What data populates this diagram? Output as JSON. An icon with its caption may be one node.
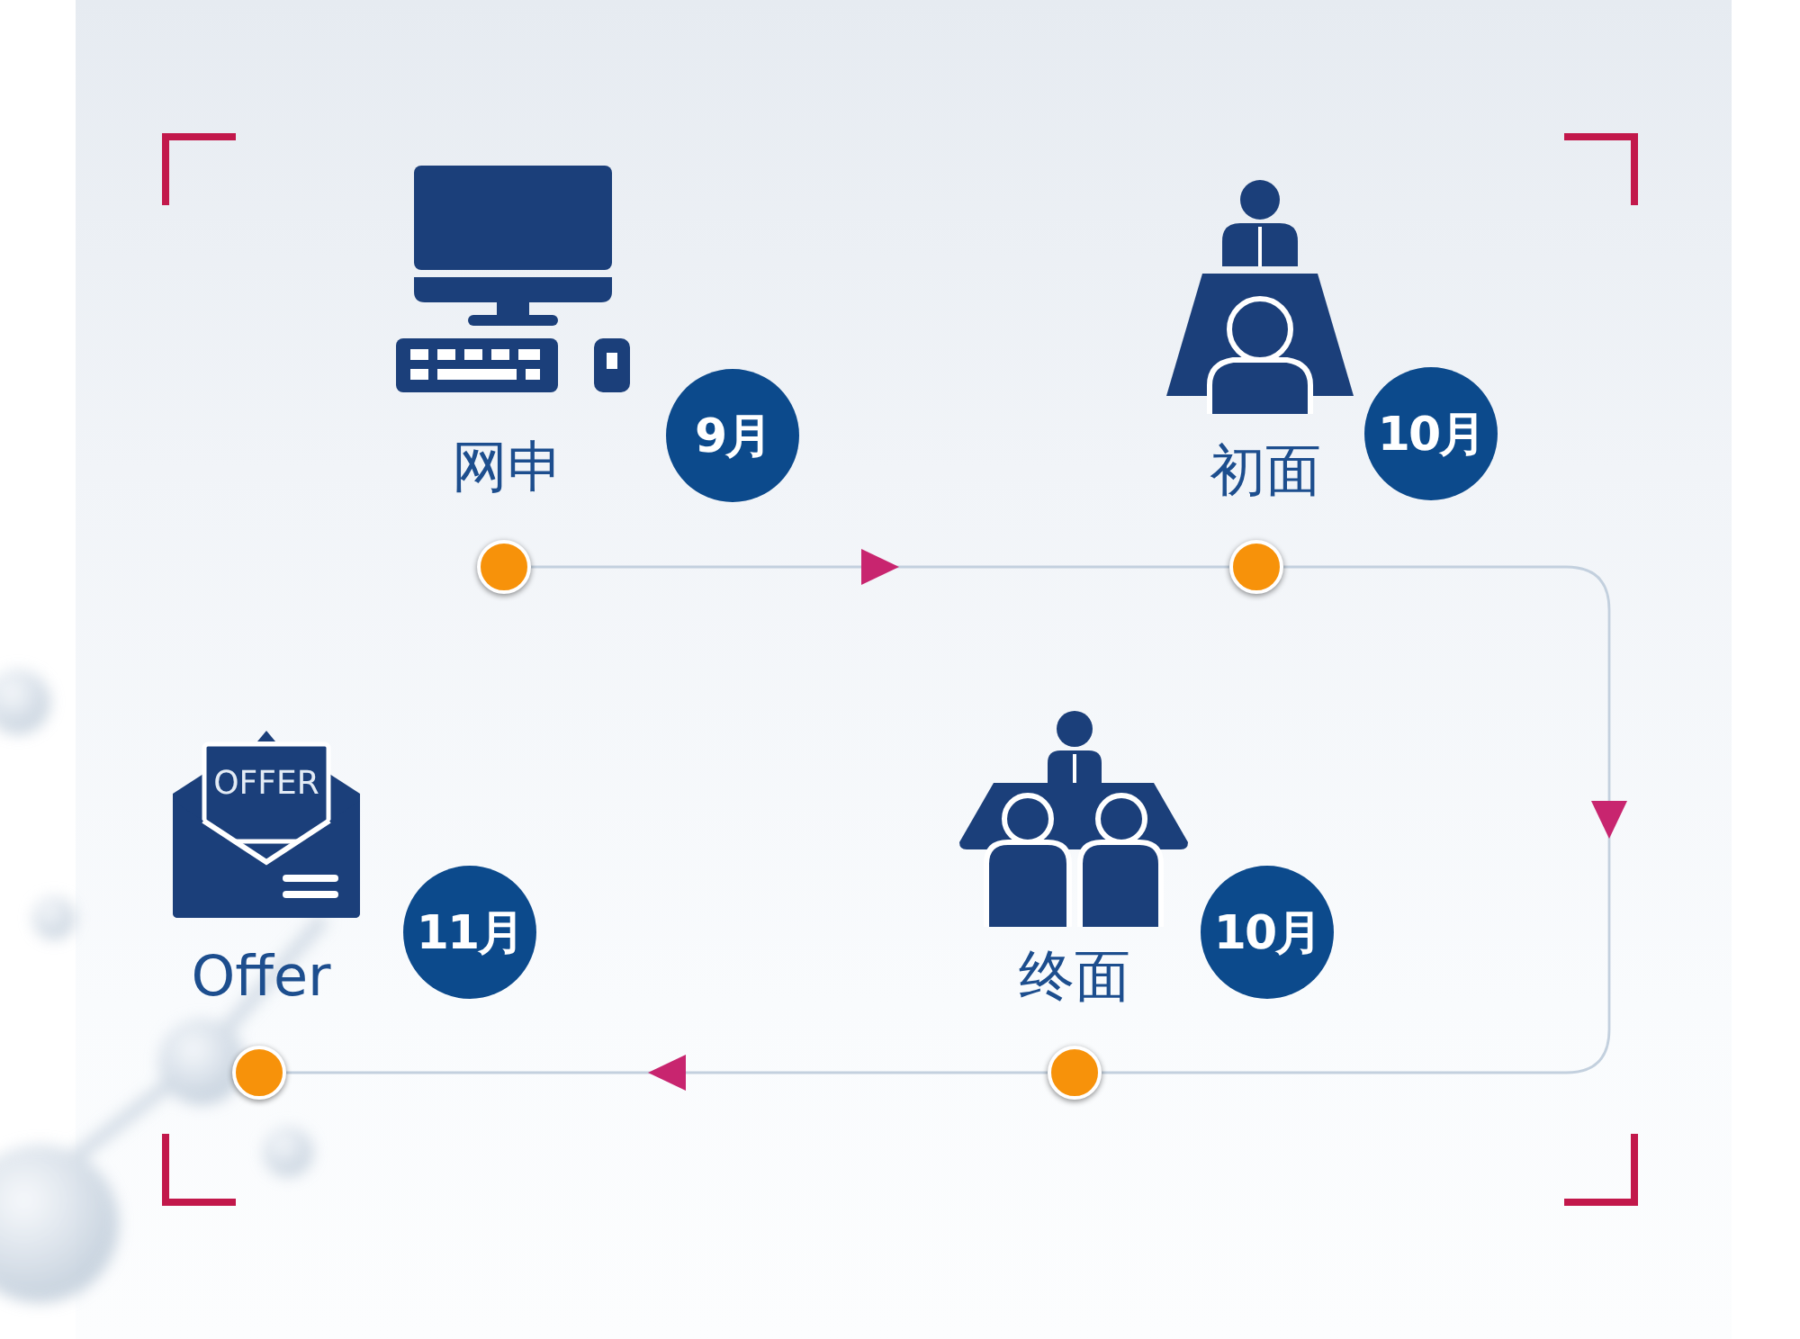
{
  "diagram": {
    "nodes": [
      {
        "text": [],
        "shape": "circle",
        "beside": [
          "网申"
        ]
      },
      {
        "text": [
          "9月"
        ]
      },
      {
        "text": [],
        "shape": "circle",
        "beside": [
          "初面"
        ]
      },
      {
        "text": [
          "10月"
        ]
      },
      {
        "text": [],
        "shape": "circle",
        "beside": [
          "终面"
        ]
      },
      {
        "text": [
          "10月"
        ]
      },
      {
        "text": [],
        "shape": "circle",
        "beside": [
          "Offer"
        ]
      },
      {
        "text": [
          "11月"
        ]
      }
    ],
    "edges": [
      {
        "from": 0,
        "to": 2,
        "arrow": "to"
      },
      {
        "from": 2,
        "to": 4,
        "arrow": "to"
      },
      {
        "from": 4,
        "to": 6,
        "arrow": "to"
      }
    ],
    "labels": [
      "OFFER"
    ]
  }
}
